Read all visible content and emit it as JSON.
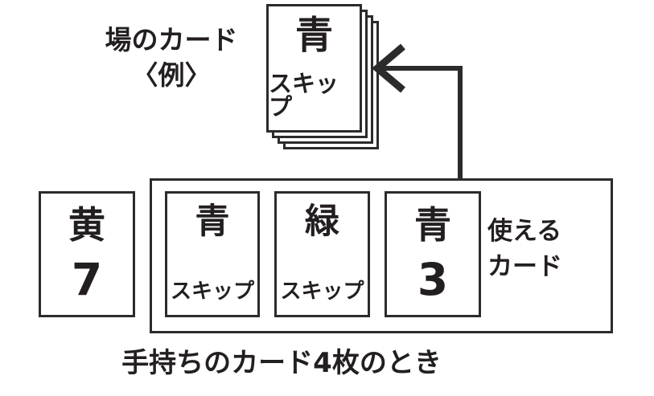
{
  "diagram": {
    "caption": "手持ちのカード4枚のとき",
    "field": {
      "label_line1": "場のカード",
      "label_line2": "〈例〉",
      "stack_count": 4,
      "top_card": {
        "color": "青",
        "face": "スキップ"
      }
    },
    "playable": {
      "label_line1": "使える",
      "label_line2": "カード"
    },
    "hand": {
      "count": 4,
      "cards": [
        {
          "color": "黄",
          "face": "7",
          "playable": false
        },
        {
          "color": "青",
          "face": "スキップ",
          "playable": true
        },
        {
          "color": "緑",
          "face": "スキップ",
          "playable": true
        },
        {
          "color": "青",
          "face": "3",
          "playable": true
        }
      ]
    },
    "colors": {
      "ink": "#231f20",
      "stroke": "#2b2b2b",
      "background": "#ffffff"
    }
  }
}
